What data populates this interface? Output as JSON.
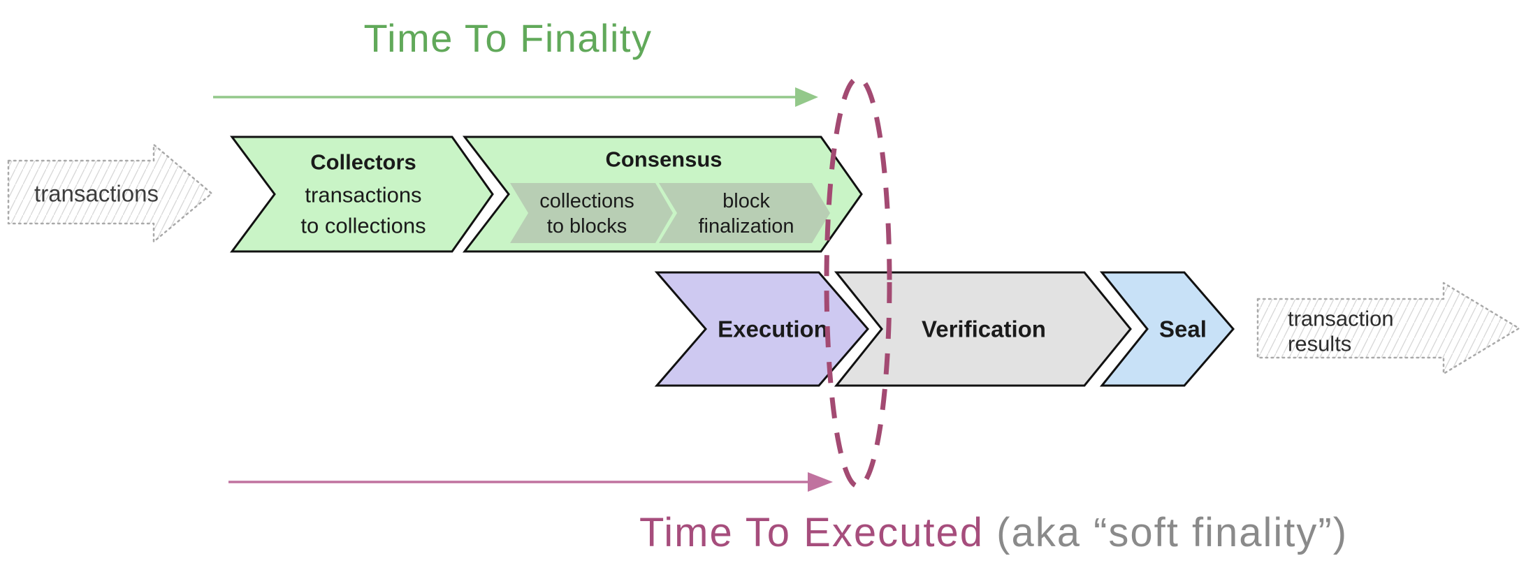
{
  "diagram": {
    "top_timeline": {
      "title": "Time To Finality"
    },
    "bottom_timeline": {
      "title": "Time To Executed",
      "subtitle": " (aka “soft finality”)"
    },
    "input_arrow": {
      "label": "transactions"
    },
    "output_arrow": {
      "label_line1": "transaction",
      "label_line2": "results"
    },
    "stages": {
      "collectors": {
        "title": "Collectors",
        "subtitle_line1": "transactions",
        "subtitle_line2": "to collections"
      },
      "consensus": {
        "title": "Consensus",
        "steps": [
          {
            "line1": "collections",
            "line2": "to blocks"
          },
          {
            "line1": "block",
            "line2": "finalization"
          }
        ]
      },
      "execution": {
        "title": "Execution"
      },
      "verification": {
        "title": "Verification"
      },
      "seal": {
        "title": "Seal"
      }
    },
    "colors": {
      "collection_green": "#c9f4c6",
      "consensus_inner": "#b8ceb4",
      "execution_purple": "#cec9f1",
      "verification_gray": "#e2e2e2",
      "seal_blue": "#c8e1f7",
      "chevron_border": "#111111",
      "finality_green_text": "#61a95a",
      "finality_arrow_green": "#93c88a",
      "executed_pink_text": "#a64d7c",
      "executed_arrow_pink": "#c0729f",
      "ellipse_pink": "#a34a72",
      "subtitle_gray": "#8a8a8a",
      "sketch_label_gray": "#3c3c3c",
      "label_black": "#1a1a1a"
    }
  }
}
